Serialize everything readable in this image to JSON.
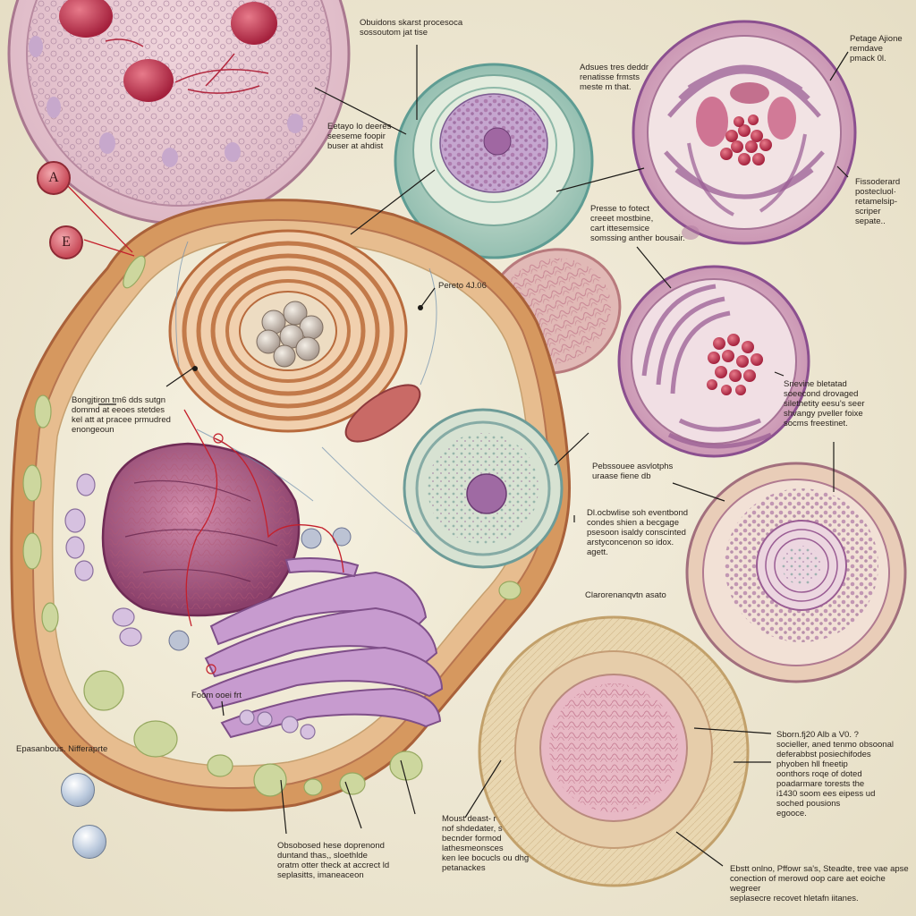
{
  "badges": [
    "A",
    "E"
  ],
  "labels": {
    "top_center": "Obuidons skarst procesoca\nsossoutom jat tise",
    "top_right": "Petage Ajione\nremdave\npmack 0l.",
    "upper_center_right": "Adsues tres deddr\nrenatisse frmsts\nmeste m that.",
    "left_upper": "Eetayo lo deeres\nseeseme foopir\nbuser at ahdist",
    "right_upper": "Fissoderard\npostecluol·\nretamelsip-\nscriper\nsepate..",
    "mid_center": "Presse to fotect\ncreeet mostbine,\ncart ittesemsice\nsomssing anther bousair.",
    "small_mid": "Pereto 4J.06",
    "left_mid": "Bongjtiron tm6 dds sutgn\ndommd at eeoes stetdes\nkel att at pracee prmudred\nenongeoun",
    "right_mid": "Snevine bletatad\nsoeecond drovaged\nsilethetity eesu's seer\nshvangy pveller foixe\nsocms freestinet.",
    "center_right": "Pebssouee asvlotphs\nuraase fiene db",
    "center_right2": "Dl.ocbwlise soh eventbond\ncondes shien a becgage\npsesoon isaldy conscinted\narstyconcenon so idox.\nagett.",
    "mid_lower_right": "Clarorenanqvtn asato",
    "bottom_left_small": "Foom ooei frt",
    "far_left_bottom": "Epasanbous. Nifferaprte",
    "lower_right": "Sborn.fj20 Alb a V0. ?\nsocieller, aned tenmo obsoonal\ndeferabbst posiechifodes\nphyoben hll fneetip\noonthors roqe of doted\npoadarmare torests the\ni1430 soom ees eipess ud\nsoched pousions\negooce.",
    "bottom_center_left": "Obsobosed hese doprenond\nduntand thas,, sloethlde\noratm otter theck at accrect ld\nseplasitts, imaneaceon",
    "bottom_center": "Moust deast- r\nnof shdedater, s\nbecnder formod\nlathesmeonsces\nken lee bocucls ou dhg\npetanackes",
    "bottom_right": "Ebstt onlno, Pffowr sa's, Steadte, tree vae apse\nconection of merowd oop care aet eoiche wegreer\nseplasecre recovet hletafn iitanes."
  },
  "colors": {
    "background": "#efe9d6",
    "membrane": "#c98a62",
    "cytoplasm": "#f3efde",
    "purple": "#8b4f8f",
    "teal": "#5e9c93",
    "rose": "#b7546a",
    "green_vesicle": "#c9d79a",
    "leader_black": "#1c1a17",
    "leader_red": "#c4202c"
  }
}
